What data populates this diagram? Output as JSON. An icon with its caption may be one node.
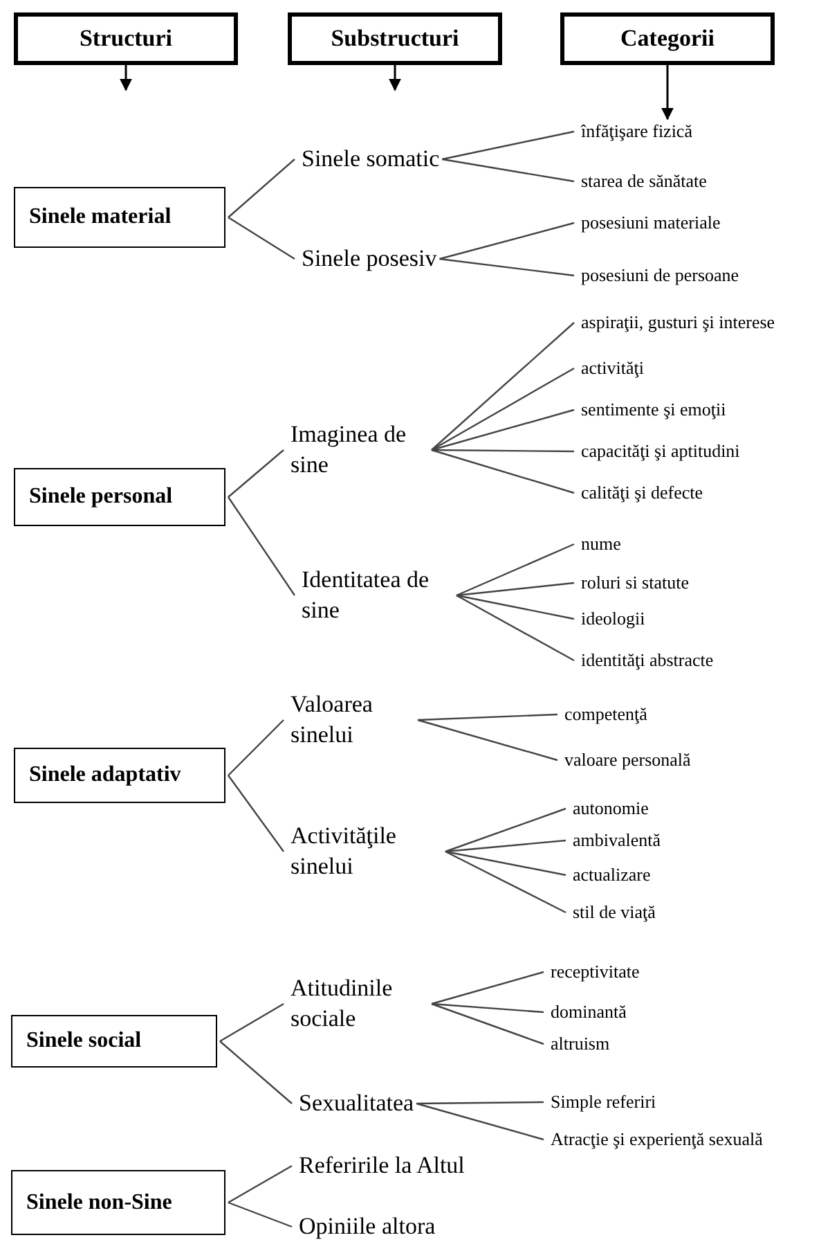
{
  "diagram": {
    "nodes": [
      {
        "text": [
          "Structuri"
        ]
      },
      {
        "text": [
          "Substructuri"
        ]
      },
      {
        "text": [
          "Categorii"
        ]
      },
      {
        "text": [
          "Sinele material"
        ]
      },
      {
        "text": [
          "Sinele somatic"
        ]
      },
      {
        "text": [
          "Sinele posesiv"
        ]
      },
      {
        "text": [
          "înfăţişare fizică"
        ]
      },
      {
        "text": [
          "starea de sănătate"
        ]
      },
      {
        "text": [
          "posesiuni materiale"
        ]
      },
      {
        "text": [
          "posesiuni de persoane"
        ]
      },
      {
        "text": [
          "Sinele personal"
        ]
      },
      {
        "text": [
          "Imaginea de sine"
        ]
      },
      {
        "text": [
          "Identitatea de sine"
        ]
      },
      {
        "text": [
          "aspiraţii, gusturi şi interese"
        ]
      },
      {
        "text": [
          "activităţi"
        ]
      },
      {
        "text": [
          "sentimente şi emoţii"
        ]
      },
      {
        "text": [
          "capacităţi şi aptitudini"
        ]
      },
      {
        "text": [
          "calităţi şi defecte"
        ]
      },
      {
        "text": [
          "nume"
        ]
      },
      {
        "text": [
          "roluri si statute"
        ]
      },
      {
        "text": [
          "ideologii"
        ]
      },
      {
        "text": [
          "identităţi abstracte"
        ]
      },
      {
        "text": [
          "Sinele adaptativ"
        ]
      },
      {
        "text": [
          "Valoarea sinelui"
        ]
      },
      {
        "text": [
          "Activităţile sinelui"
        ]
      },
      {
        "text": [
          "competenţă"
        ]
      },
      {
        "text": [
          "valoare personală"
        ]
      },
      {
        "text": [
          "autonomie"
        ]
      },
      {
        "text": [
          "ambivalentă"
        ]
      },
      {
        "text": [
          "actualizare"
        ]
      },
      {
        "text": [
          "stil de viaţă"
        ]
      },
      {
        "text": [
          "Sinele social"
        ]
      },
      {
        "text": [
          "Atitudinile sociale"
        ]
      },
      {
        "text": [
          "Sexualitatea"
        ]
      },
      {
        "text": [
          "receptivitate"
        ]
      },
      {
        "text": [
          "dominantă"
        ]
      },
      {
        "text": [
          "altruism"
        ]
      },
      {
        "text": [
          "Simple referiri"
        ]
      },
      {
        "text": [
          "Atracţie şi experienţă sexuală"
        ]
      },
      {
        "text": [
          "Sinele non-Sine"
        ]
      },
      {
        "text": [
          "Referirile la Altul"
        ]
      },
      {
        "text": [
          "Opiniile altora"
        ]
      }
    ],
    "edges": [
      {
        "from": 0,
        "to": null,
        "arrow": "to"
      },
      {
        "from": 1,
        "to": null,
        "arrow": "to"
      },
      {
        "from": 2,
        "to": 6,
        "arrow": "to"
      },
      {
        "from": 3,
        "to": 4,
        "arrow": "none"
      },
      {
        "from": 3,
        "to": 5,
        "arrow": "none"
      },
      {
        "from": 4,
        "to": 6,
        "arrow": "none"
      },
      {
        "from": 4,
        "to": 7,
        "arrow": "none"
      },
      {
        "from": 5,
        "to": 8,
        "arrow": "none"
      },
      {
        "from": 5,
        "to": 9,
        "arrow": "none"
      },
      {
        "from": 10,
        "to": 11,
        "arrow": "none"
      },
      {
        "from": 10,
        "to": 12,
        "arrow": "none"
      },
      {
        "from": 11,
        "to": 13,
        "arrow": "none"
      },
      {
        "from": 11,
        "to": 14,
        "arrow": "none"
      },
      {
        "from": 11,
        "to": 15,
        "arrow": "none"
      },
      {
        "from": 11,
        "to": 16,
        "arrow": "none"
      },
      {
        "from": 11,
        "to": 17,
        "arrow": "none"
      },
      {
        "from": 12,
        "to": 18,
        "arrow": "none"
      },
      {
        "from": 12,
        "to": 19,
        "arrow": "none"
      },
      {
        "from": 12,
        "to": 20,
        "arrow": "none"
      },
      {
        "from": 12,
        "to": 21,
        "arrow": "none"
      },
      {
        "from": 22,
        "to": 23,
        "arrow": "none"
      },
      {
        "from": 22,
        "to": 24,
        "arrow": "none"
      },
      {
        "from": 23,
        "to": 25,
        "arrow": "none"
      },
      {
        "from": 23,
        "to": 26,
        "arrow": "none"
      },
      {
        "from": 24,
        "to": 27,
        "arrow": "none"
      },
      {
        "from": 24,
        "to": 28,
        "arrow": "none"
      },
      {
        "from": 24,
        "to": 29,
        "arrow": "none"
      },
      {
        "from": 24,
        "to": 30,
        "arrow": "none"
      },
      {
        "from": 31,
        "to": 32,
        "arrow": "none"
      },
      {
        "from": 31,
        "to": 33,
        "arrow": "none"
      },
      {
        "from": 32,
        "to": 34,
        "arrow": "none"
      },
      {
        "from": 32,
        "to": 35,
        "arrow": "none"
      },
      {
        "from": 32,
        "to": 36,
        "arrow": "none"
      },
      {
        "from": 33,
        "to": 37,
        "arrow": "none"
      },
      {
        "from": 33,
        "to": 38,
        "arrow": "none"
      },
      {
        "from": 39,
        "to": 40,
        "arrow": "none"
      },
      {
        "from": 39,
        "to": 41,
        "arrow": "none"
      }
    ]
  }
}
